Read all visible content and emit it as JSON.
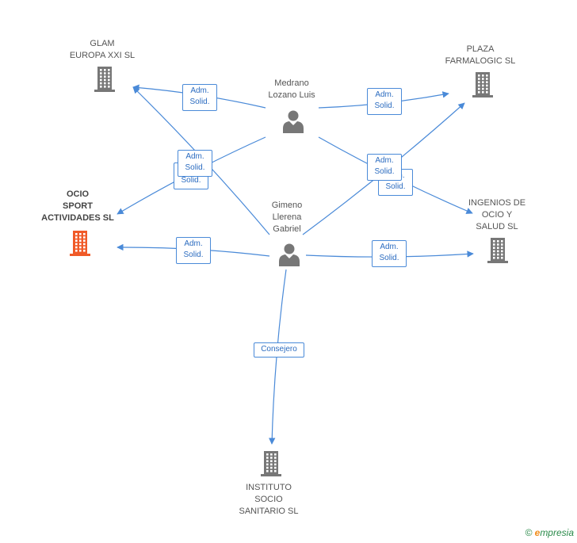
{
  "colors": {
    "edge": "#4a8ad8",
    "building": "#777777",
    "building_focus": "#f05a28",
    "person": "#777777"
  },
  "people": [
    {
      "id": "medrano",
      "lines": [
        "Medrano",
        "Lozano Luis"
      ]
    },
    {
      "id": "gimeno",
      "lines": [
        "Gimeno",
        "Llerena",
        "Gabriel"
      ]
    }
  ],
  "companies": [
    {
      "id": "glam",
      "lines": [
        "GLAM",
        "EUROPA XXI SL"
      ],
      "focus": false
    },
    {
      "id": "plaza",
      "lines": [
        "PLAZA",
        "FARMALOGIC SL"
      ],
      "focus": false
    },
    {
      "id": "ocio",
      "lines": [
        "OCIO",
        "SPORT",
        "ACTIVIDADES SL"
      ],
      "focus": true
    },
    {
      "id": "ingenios",
      "lines": [
        "INGENIOS DE",
        "OCIO Y",
        "SALUD SL"
      ],
      "focus": false
    },
    {
      "id": "instituto",
      "lines": [
        "INSTITUTO",
        "SOCIO",
        "SANITARIO SL"
      ],
      "focus": false
    }
  ],
  "edges": [
    {
      "from": "medrano",
      "to": "glam",
      "label": [
        "Adm.",
        "Solid."
      ]
    },
    {
      "from": "medrano",
      "to": "plaza",
      "label": [
        "Adm.",
        "Solid."
      ]
    },
    {
      "from": "medrano",
      "to": "ocio",
      "label": [
        "Adm.",
        "Solid."
      ]
    },
    {
      "from": "medrano",
      "to": "ingenios",
      "label": [
        "Adm.",
        "Solid."
      ]
    },
    {
      "from": "gimeno",
      "to": "glam",
      "label": [
        "Adm.",
        "Solid."
      ]
    },
    {
      "from": "gimeno",
      "to": "plaza",
      "label": [
        "Adm.",
        "Solid."
      ]
    },
    {
      "from": "gimeno",
      "to": "ocio",
      "label": [
        "Adm.",
        "Solid."
      ]
    },
    {
      "from": "gimeno",
      "to": "ingenios",
      "label": [
        "Adm.",
        "Solid."
      ]
    },
    {
      "from": "gimeno",
      "to": "instituto",
      "label": [
        "Consejero"
      ]
    }
  ],
  "footer": {
    "copyright": "©",
    "brand_initial": "e",
    "brand_rest": "mpresia"
  }
}
